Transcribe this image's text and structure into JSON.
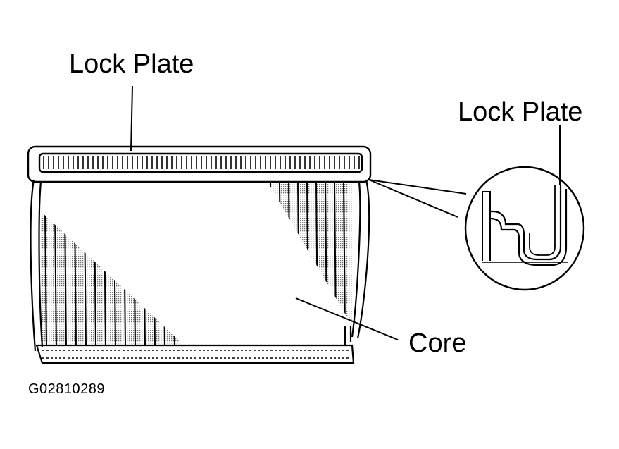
{
  "labels": {
    "lock_plate_top": "Lock Plate",
    "lock_plate_detail": "Lock Plate",
    "core": "Core",
    "figure_code": "G02810289"
  },
  "colors": {
    "ink": "#000000",
    "background": "#ffffff"
  }
}
